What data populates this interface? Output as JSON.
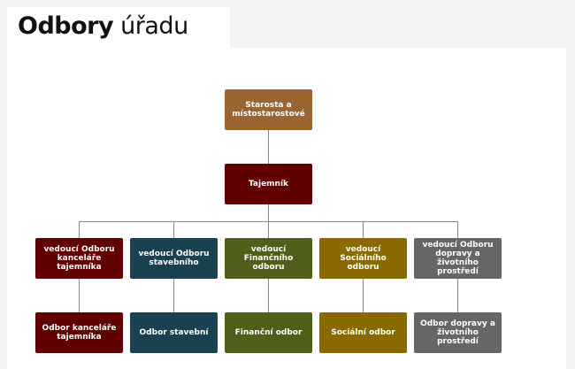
{
  "header": {
    "title_bold": "Odbory",
    "title_light": "úřadu"
  },
  "colors": {
    "mayor": "#9a6530",
    "office": "#600000",
    "building": "#1a4150",
    "finance": "#4f5f1a",
    "social": "#8a6a00",
    "transport": "#666666"
  },
  "chart": {
    "root": "Starosta a místostarostové",
    "secretary": "Tajemník",
    "heads": [
      "vedoucí Odboru kanceláře tajemníka",
      "vedoucí Odboru stavebního",
      "vedoucí Finančního odboru",
      "vedoucí Sociálního odboru",
      "vedoucí Odboru dopravy a životního prostředí"
    ],
    "departments": [
      "Odbor kanceláře tajemníka",
      "Odbor stavební",
      "Finanční odbor",
      "Sociální odbor",
      "Odbor dopravy a životního prostředí"
    ]
  }
}
